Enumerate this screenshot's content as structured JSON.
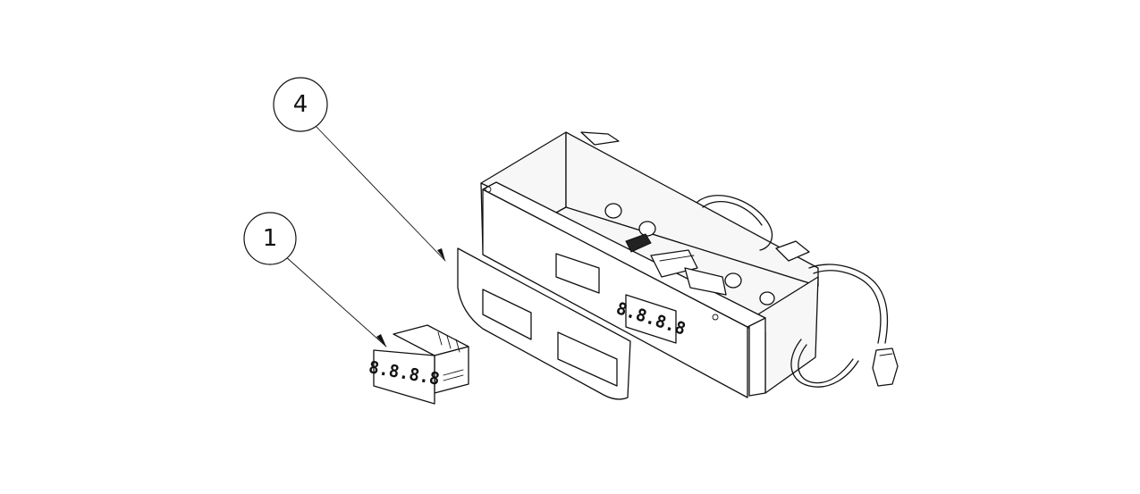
{
  "callouts": [
    {
      "number": "4"
    },
    {
      "number": "1"
    }
  ],
  "display_readout": "8.8.8.8"
}
